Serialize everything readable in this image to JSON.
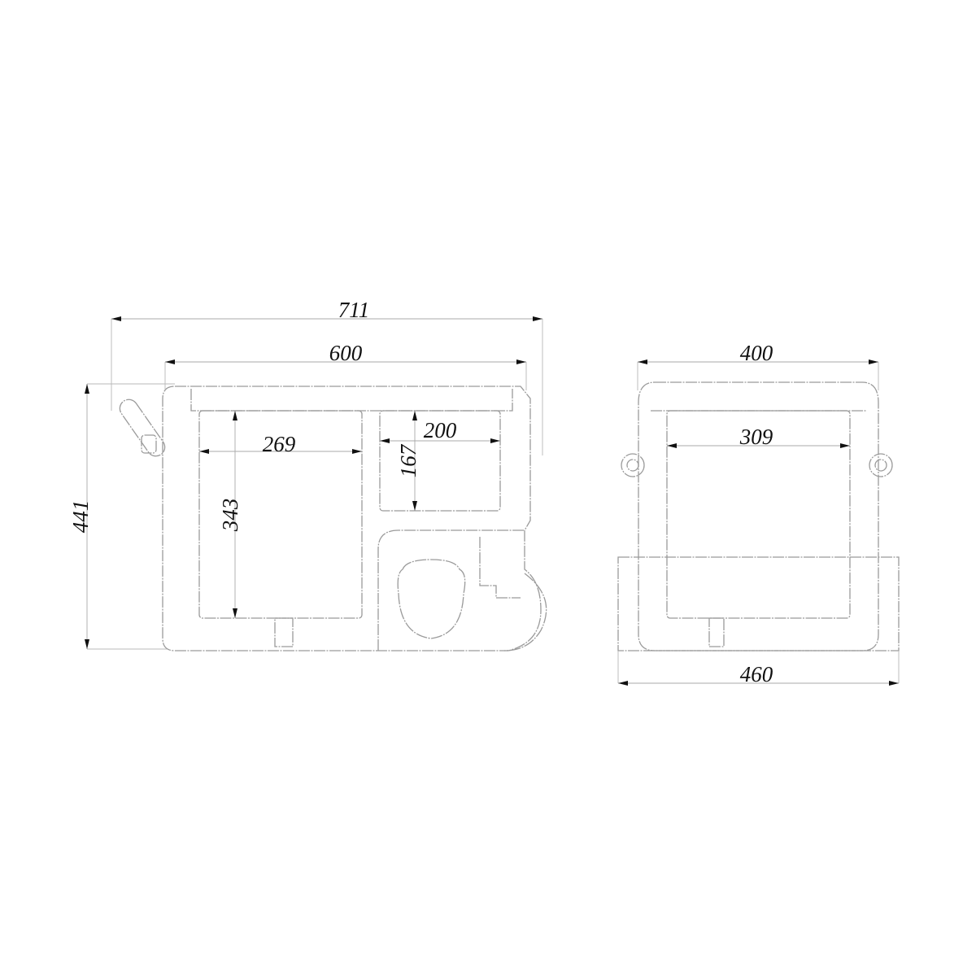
{
  "dimensions": {
    "overall_length": "711",
    "body_length": "600",
    "overall_height": "441",
    "main_compartment_width": "269",
    "main_compartment_depth": "343",
    "small_compartment_width": "200",
    "small_compartment_depth": "167",
    "body_width": "400",
    "inner_width": "309",
    "base_width": "460"
  },
  "colors": {
    "outline": "#9a9a9a",
    "text": "#111111"
  }
}
